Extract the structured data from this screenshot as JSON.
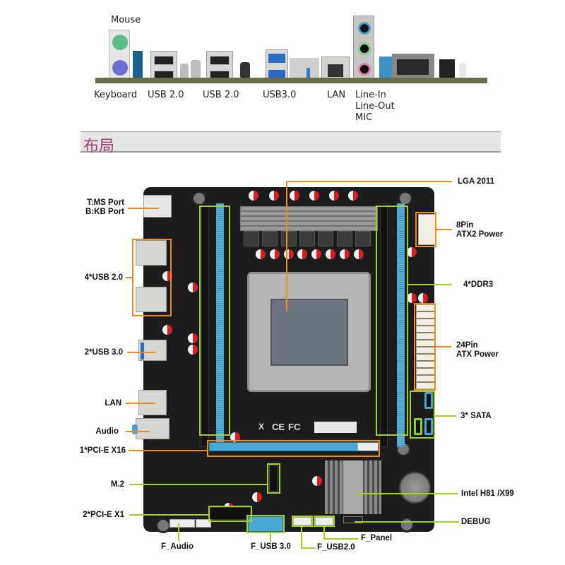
{
  "io_panel": {
    "labels": {
      "mouse": "Mouse",
      "keyboard": "Keyboard",
      "usb2_a": "USB 2.0",
      "usb2_b": "USB 2.0",
      "usb3": "USB3.0",
      "lan": "LAN",
      "line_in": "Line-In",
      "line_out": "Line-Out",
      "mic": "MIC"
    },
    "colors": {
      "ps2_mouse": "#5bbf8a",
      "ps2_keyboard": "#6a6fd0",
      "usb3": "#2a6bc3",
      "jack_line_in": "#4aa0d8",
      "jack_line_out": "#7ed08a",
      "jack_mic": "#e07aa8"
    }
  },
  "section": {
    "title": "布局",
    "title_color": "#a0407a"
  },
  "callouts": {
    "left": {
      "ms_port": "T:MS Port",
      "kb_port": "B:KB Port",
      "usb20": "4*USB 2.0",
      "usb30": "2*USB 3.0",
      "lan": "LAN",
      "audio": "Audio",
      "pcie_x16": "1*PCI-E X16",
      "m2": "M.2",
      "pcie_x1": "2*PCI-E X1"
    },
    "right": {
      "lga": "LGA 2011",
      "atx2_line1": "8Pin",
      "atx2_line2": "ATX2 Power",
      "ddr3": "4*DDR3",
      "atx_line1": "24Pin",
      "atx_line2": "ATX Power",
      "sata": "3* SATA",
      "chipset": "Intel H81 /X99",
      "debug": "DEBUG"
    },
    "bottom": {
      "f_audio": "F_Audio",
      "f_usb30": "F_USB 3.0",
      "f_usb20": "F_USB2.0",
      "f_panel": "F_Panel"
    }
  },
  "board_marks": {
    "ce": "CE",
    "fc": "FC",
    "weee": "X"
  },
  "colors": {
    "orange_callout": "#f08a1c",
    "green_callout": "#a3cf2a",
    "board": "#1c1c1e",
    "dimm_blue": "#4aa7d1"
  }
}
